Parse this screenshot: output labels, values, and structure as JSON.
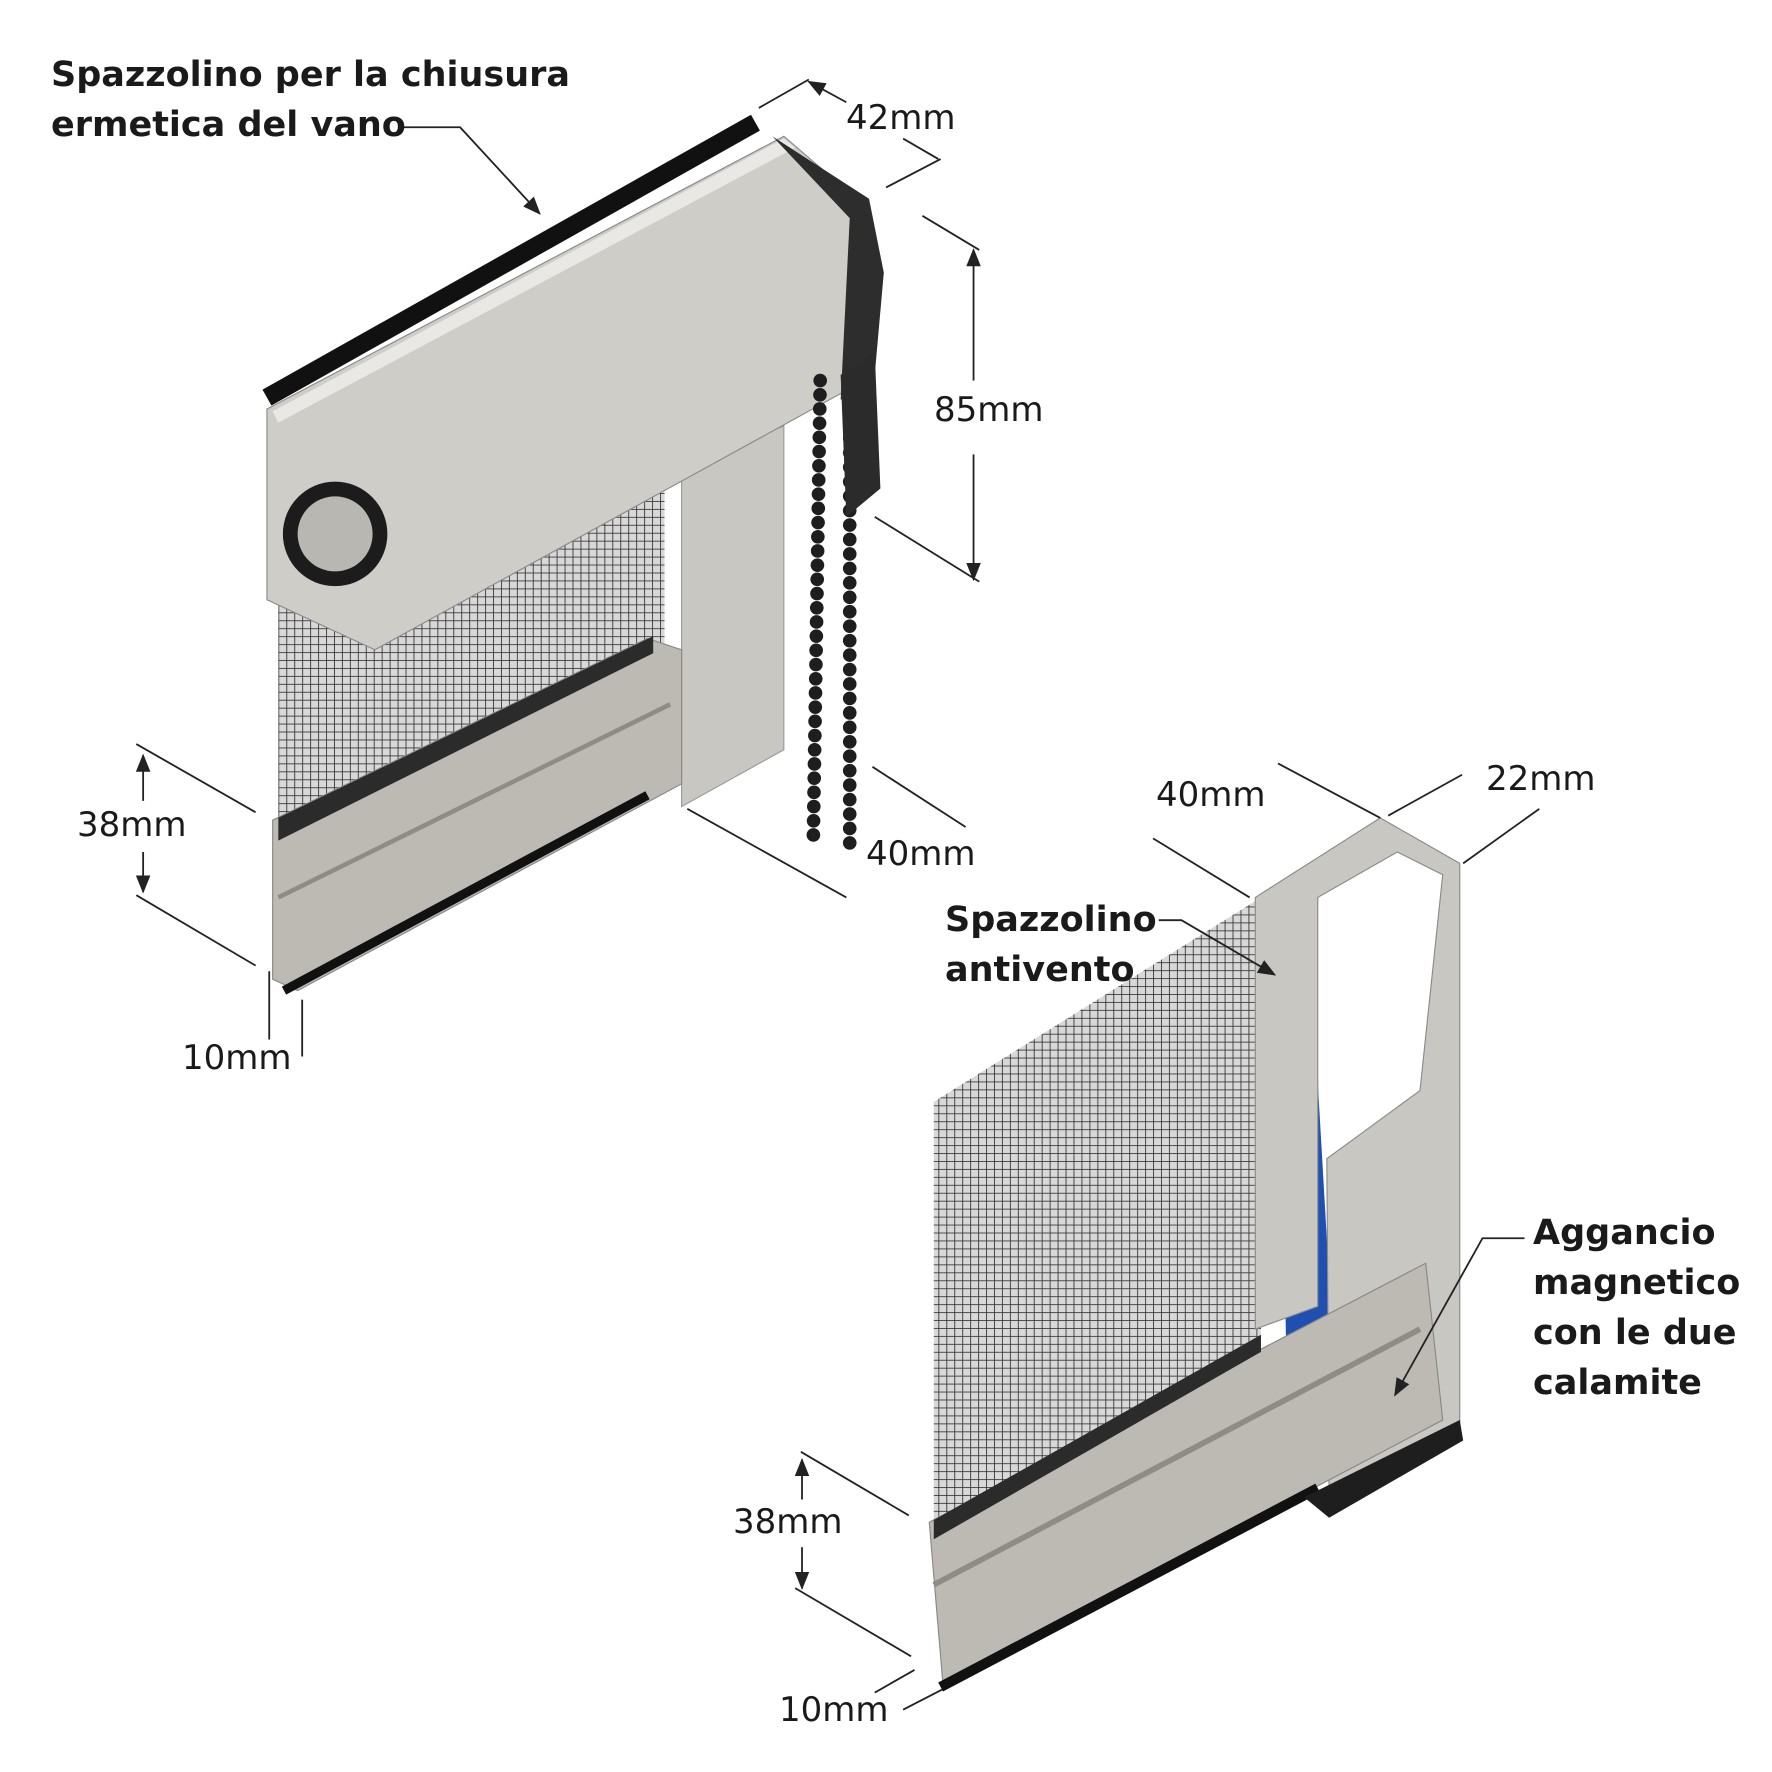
{
  "labels": {
    "top_brush": [
      "Spazzolino per la chiusura",
      "ermetica del vano"
    ],
    "windproof_brush": [
      "Spazzolino",
      "antivento"
    ],
    "magnetic_hook": [
      "Aggancio",
      "magnetico",
      "con le due",
      "calamite"
    ]
  },
  "dimensions": {
    "cassette_depth": "42mm",
    "cassette_height": "85mm",
    "bar_height_top": "38mm",
    "guide_depth_top": "40mm",
    "brush_top": "10mm",
    "guide_depth_bottom": "40mm",
    "guide_width_bottom": "22mm",
    "bar_height_bottom": "38mm",
    "brush_bottom": "10mm"
  },
  "colors": {
    "aluminium": "#c9c7c2",
    "dark": "#2b2b2b",
    "brush_blue": "#1f4fb0"
  }
}
